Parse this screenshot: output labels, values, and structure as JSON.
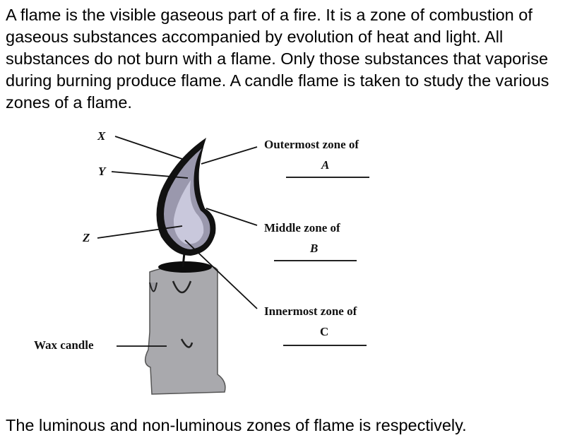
{
  "passage": "A flame is the visible gaseous part of a fire. It is a zone of combustion of gaseous substances accompanied by evolution of heat and light. All substances do not burn with a flame. Only those substances that vaporise during burning produce flame. A candle flame is taken to study the various zones of a flame.",
  "figure": {
    "left_labels": {
      "x": "X",
      "y": "Y",
      "z": "Z",
      "wax": "Wax candle"
    },
    "right_labels": {
      "outer": "Outermost zone of",
      "outer_blank": "A",
      "middle": "Middle zone of",
      "middle_blank": "B",
      "inner": "Innermost zone of",
      "inner_blank": "C"
    },
    "colors": {
      "flame_outline": "#111111",
      "flame_outer": "#9a98ad",
      "flame_inner": "#c9c8dc",
      "candle": "#a9a9ad"
    }
  },
  "question": "The luminous and non-luminous zones of flame is respectively."
}
